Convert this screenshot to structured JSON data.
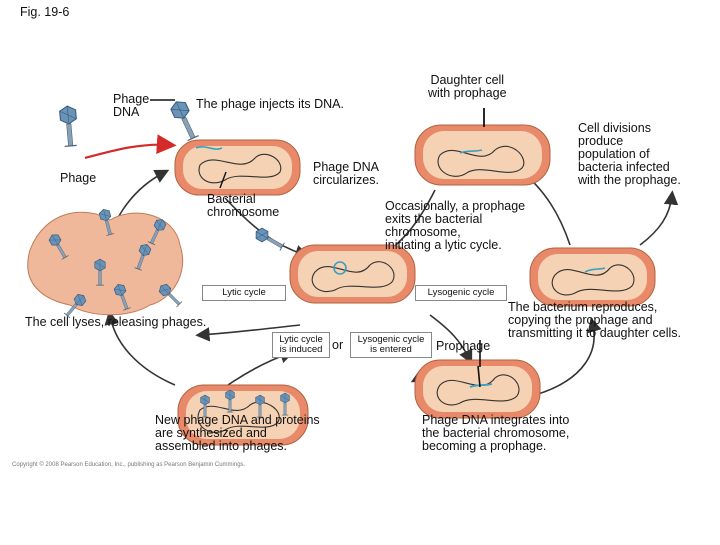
{
  "figure": {
    "fig_label": "Fig. 19-6",
    "copyright": "Copyright © 2008 Pearson Education, Inc., publishing as Pearson Benjamin Cummings."
  },
  "labels": {
    "phage_dna": "Phage\nDNA",
    "phage_injects": "The phage injects its DNA.",
    "daughter_cell": "Daughter cell\nwith prophage",
    "cell_divisions": "Cell divisions\nproduce\npopulation of\nbacteria infected\nwith the prophage.",
    "phage": "Phage",
    "phage_dna_circularizes": "Phage DNA\ncircularizes.",
    "bacterial_chromosome": "Bacterial\nchromosome",
    "occasionally": "Occasionally, a prophage\nexits the bacterial\nchromosome,\ninitiating a lytic cycle.",
    "cell_lyses": "The cell lyses, releasing phages.",
    "bacterium_reproduces": "The bacterium reproduces,\ncopying the prophage and\ntransmitting it to daughter cells.",
    "or": "or",
    "prophage": "Prophage",
    "new_phage_dna": "New phage DNA and proteins\nare synthesized and\nassembled into phages.",
    "phage_dna_integrates": "Phage DNA integrates into\nthe bacterial chromosome,\nbecoming a prophage."
  },
  "boxes": {
    "lytic_cycle": "Lytic cycle",
    "lysogenic_cycle": "Lysogenic cycle",
    "lytic_induced": "Lytic cycle\nis induced",
    "lysogenic_entered": "Lysogenic cycle\nis entered"
  },
  "colors": {
    "cell_outer": "#e88a6a",
    "cell_inner": "#f6d2b4",
    "chromosome": "#333333",
    "phage_dna": "#3aa0c0",
    "arrow": "#333333",
    "red_arrow": "#d42a2a",
    "phage_head": "#6a93b8",
    "phage_tail": "#8aa0b4",
    "lysed_cell": "#f0b89a"
  }
}
